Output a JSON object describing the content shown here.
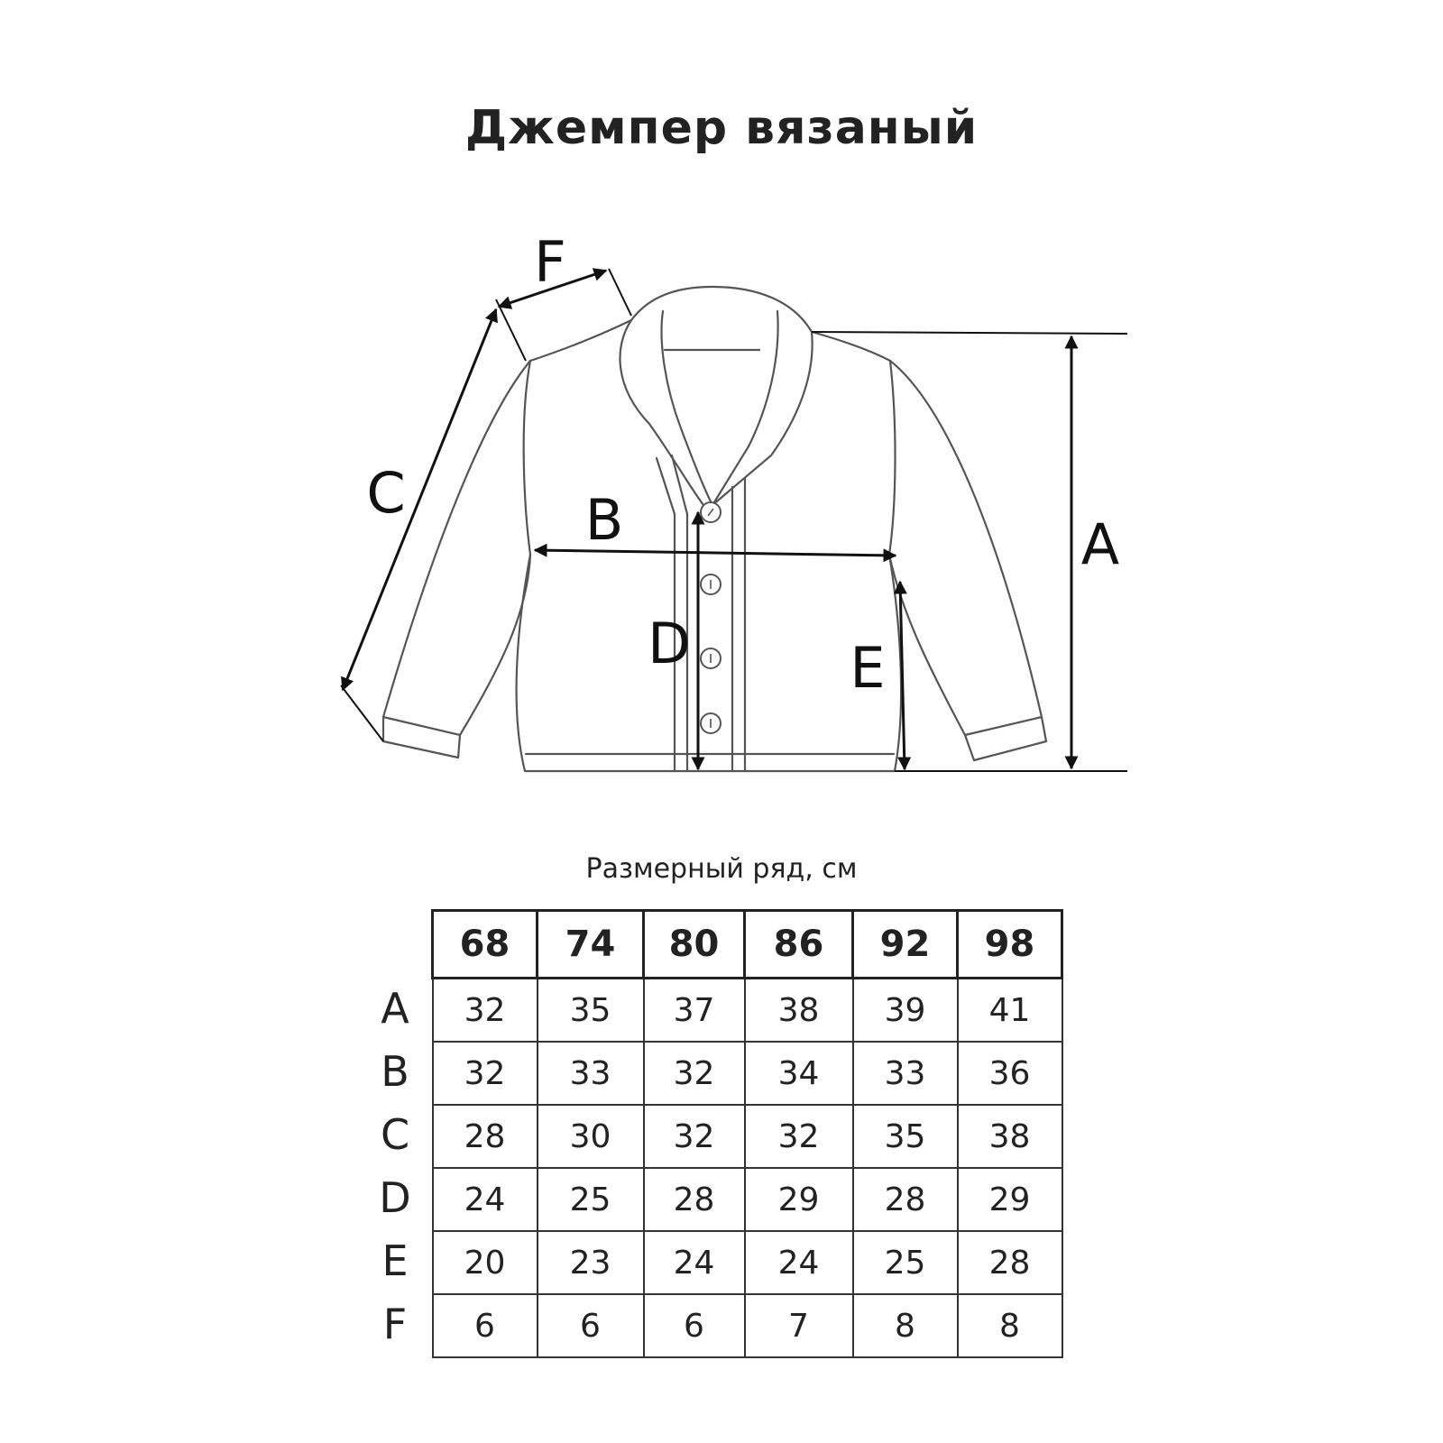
{
  "title": "Джемпер вязаный",
  "measurements": {
    "A": "A",
    "B": "B",
    "C": "C",
    "D": "D",
    "E": "E",
    "F": "F"
  },
  "size_chart": {
    "caption": "Размерный ряд, см",
    "sizes": [
      "68",
      "74",
      "80",
      "86",
      "92",
      "98"
    ],
    "rows": [
      {
        "label": "A",
        "values": [
          "32",
          "35",
          "37",
          "38",
          "39",
          "41"
        ]
      },
      {
        "label": "B",
        "values": [
          "32",
          "33",
          "32",
          "34",
          "33",
          "36"
        ]
      },
      {
        "label": "C",
        "values": [
          "28",
          "30",
          "32",
          "32",
          "35",
          "38"
        ]
      },
      {
        "label": "D",
        "values": [
          "24",
          "25",
          "28",
          "29",
          "28",
          "29"
        ]
      },
      {
        "label": "E",
        "values": [
          "20",
          "23",
          "24",
          "24",
          "25",
          "28"
        ]
      },
      {
        "label": "F",
        "values": [
          "6",
          "6",
          "6",
          "7",
          "8",
          "8"
        ]
      }
    ]
  }
}
